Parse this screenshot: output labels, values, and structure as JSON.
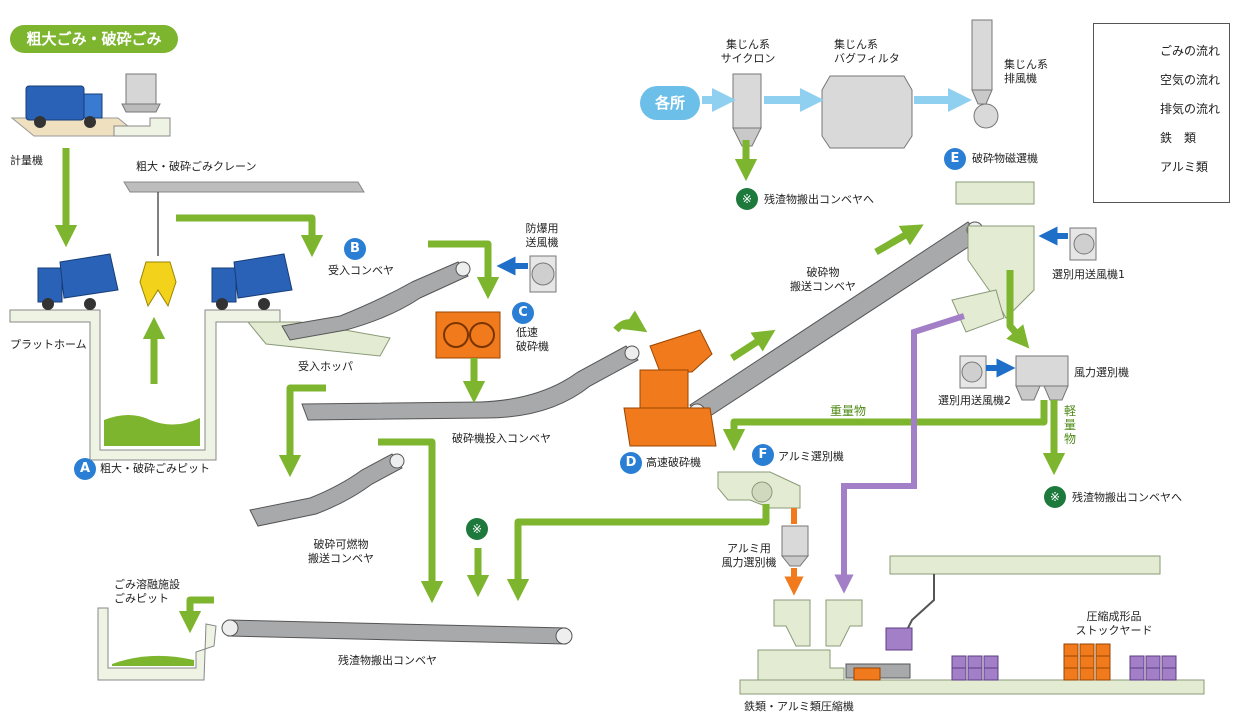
{
  "title": "粗大ごみ・破砕ごみ",
  "legend": [
    {
      "label": "ごみの流れ",
      "color": "#7db52e"
    },
    {
      "label": "空気の流れ",
      "color": "#1f6fc9"
    },
    {
      "label": "排気の流れ",
      "color": "#8fd0f0"
    },
    {
      "label": "鉄　類",
      "color": "#a27fc6"
    },
    {
      "label": "アルミ類",
      "color": "#f07a1c"
    }
  ],
  "circles": {
    "a": "A",
    "b": "B",
    "c": "C",
    "d": "D",
    "e": "E",
    "f": "F"
  },
  "note_mark": "※",
  "labels": {
    "weighing": "計量機",
    "crane": "粗大・破砕ごみクレーン",
    "platform": "プラットホーム",
    "pit": "粗大・破砕ごみピット",
    "receiving_conveyor": "受入コンベヤ",
    "receiving_hopper": "受入ホッパ",
    "explosion_fan_1": "防爆用",
    "explosion_fan_2": "送風機",
    "low_speed_1": "低速",
    "low_speed_2": "破砕機",
    "crusher_input_conveyor": "破砕機投入コンベヤ",
    "high_speed_crusher": "高速破砕機",
    "crushed_conveyor_1": "破砕物",
    "crushed_conveyor_2": "搬送コンベヤ",
    "combustible_conveyor_1": "破砕可燃物",
    "combustible_conveyor_2": "搬送コンベヤ",
    "melting_pit_1": "ごみ溶融施設",
    "melting_pit_2": "ごみピット",
    "residue_conveyor": "残渣物搬出コンベヤ",
    "kakusho": "各所",
    "cyclone_1": "集じん系",
    "cyclone_2": "サイクロン",
    "bag_filter_1": "集じん系",
    "bag_filter_2": "バグフィルタ",
    "exhaust_fan_1": "集じん系",
    "exhaust_fan_2": "排風機",
    "to_residue_conveyor_top": "残渣物搬出コンベヤへ",
    "magnetic_separator": "破砕物磁選機",
    "sorting_fan_1": "選別用送風機1",
    "sorting_fan_2": "選別用送風機2",
    "wind_sorter": "風力選別機",
    "heavy": "重量物",
    "light_1": "軽",
    "light_2": "量",
    "light_3": "物",
    "to_residue_conveyor_right": "残渣物搬出コンベヤへ",
    "aluminum_sorter": "アルミ選別機",
    "al_wind_sorter_1": "アルミ用",
    "al_wind_sorter_2": "風力選別機",
    "compressed_yard_1": "圧縮成形品",
    "compressed_yard_2": "ストックヤード",
    "compressor": "鉄類・アルミ類圧縮機"
  }
}
